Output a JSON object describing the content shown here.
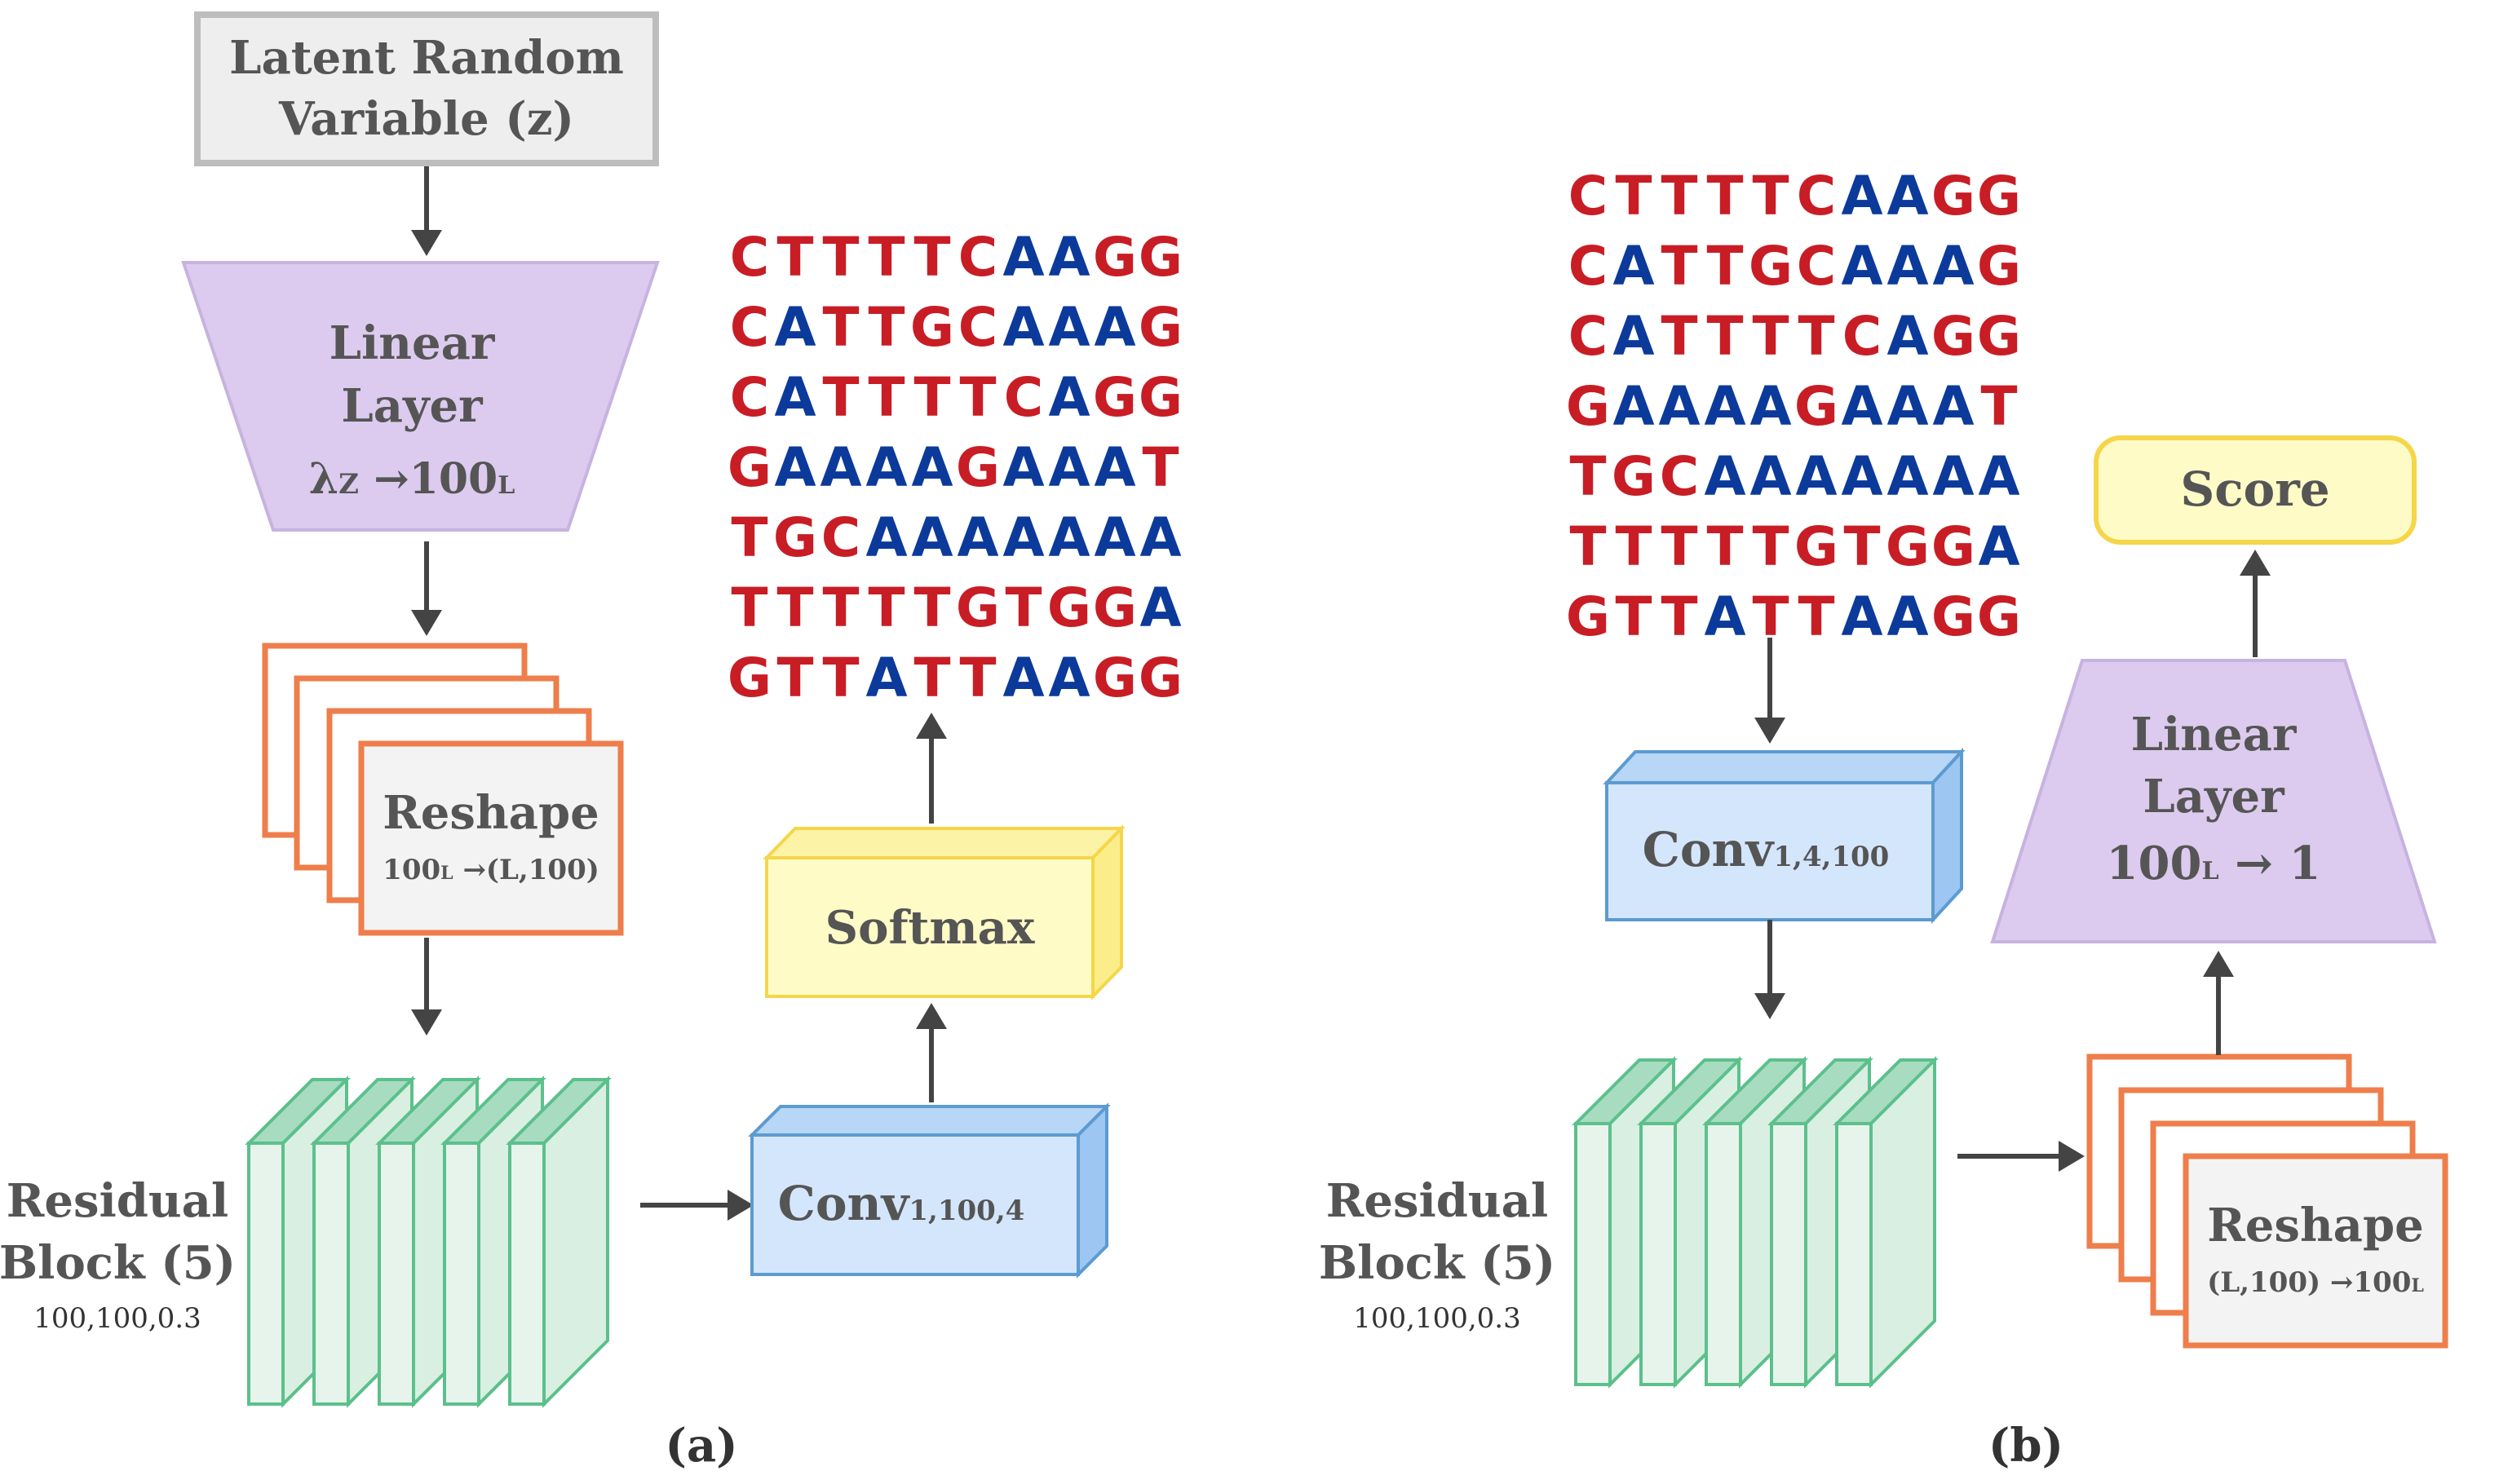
{
  "panel_a": {
    "caption": "(a)",
    "latent_box": {
      "line1": "Latent Random",
      "line2": "Variable (z)"
    },
    "linear_layer": {
      "line1": "Linear",
      "line2": "Layer",
      "formula_main": "λ",
      "formula_sub": "Z",
      "formula_arrow": " →100",
      "formula_sub2": "L"
    },
    "reshape": {
      "title": "Reshape",
      "sub_a": "100",
      "sub_b": "L",
      "sub_c": " →(L,100)"
    },
    "residual": {
      "line1": "Residual",
      "line2": "Block (5)",
      "params": "100,100,0.3"
    },
    "conv": {
      "main": "Conv",
      "sub": "1,100,4"
    },
    "softmax": {
      "label": "Softmax"
    },
    "sequences": [
      "CTTTTCAAGG",
      "CATTGCAAAG",
      "CATTTTCAGG",
      "GAAAAGAAAT",
      "TGCAAAAAAA",
      "TTTTTGTGGA",
      "GTTATTAAGG"
    ]
  },
  "panel_b": {
    "caption": "(b)",
    "sequences": [
      "CTTTTCAAGG",
      "CATTGCAAAG",
      "CATTTTCAGG",
      "GAAAAGAAAT",
      "TGCAAAAAAA",
      "TTTTTGTGGA",
      "GTTATTAAGG"
    ],
    "conv": {
      "main": "Conv",
      "sub": "1,4,100"
    },
    "residual": {
      "line1": "Residual",
      "line2": "Block (5)",
      "params": "100,100,0.3"
    },
    "reshape": {
      "title": "Reshape",
      "sub_a": "(L,100) →100",
      "sub_b": "L"
    },
    "linear_layer": {
      "line1": "Linear",
      "line2": "Layer",
      "formula_a": "100",
      "formula_b": "L",
      "formula_c": " → 1"
    },
    "score": {
      "label": "Score"
    }
  },
  "colors": {
    "latent_fill": "#eeeeee",
    "latent_stroke": "#bdbdbd",
    "linear_fill": "#dccbee",
    "linear_stroke": "#c7b3e0",
    "reshape_stroke": "#ee7e4b",
    "reshape_fill": "#f3f3f3",
    "residual_fill": "#d9efe2",
    "residual_top": "#a8dcc0",
    "residual_stroke": "#5cc08c",
    "conv_fill": "#d4e6fb",
    "conv_side": "#9dc6f2",
    "conv_stroke": "#5c9bd1",
    "softmax_fill": "#fefbc7",
    "softmax_side": "#fbee8a",
    "softmax_stroke": "#f5d64a",
    "score_fill": "#fefbc7",
    "score_stroke": "#f5d64a",
    "arrow": "#444444",
    "base_A": "#0b3a9b",
    "base_C": "#c81d25",
    "base_G": "#c81d25",
    "base_T": "#c81d25"
  }
}
